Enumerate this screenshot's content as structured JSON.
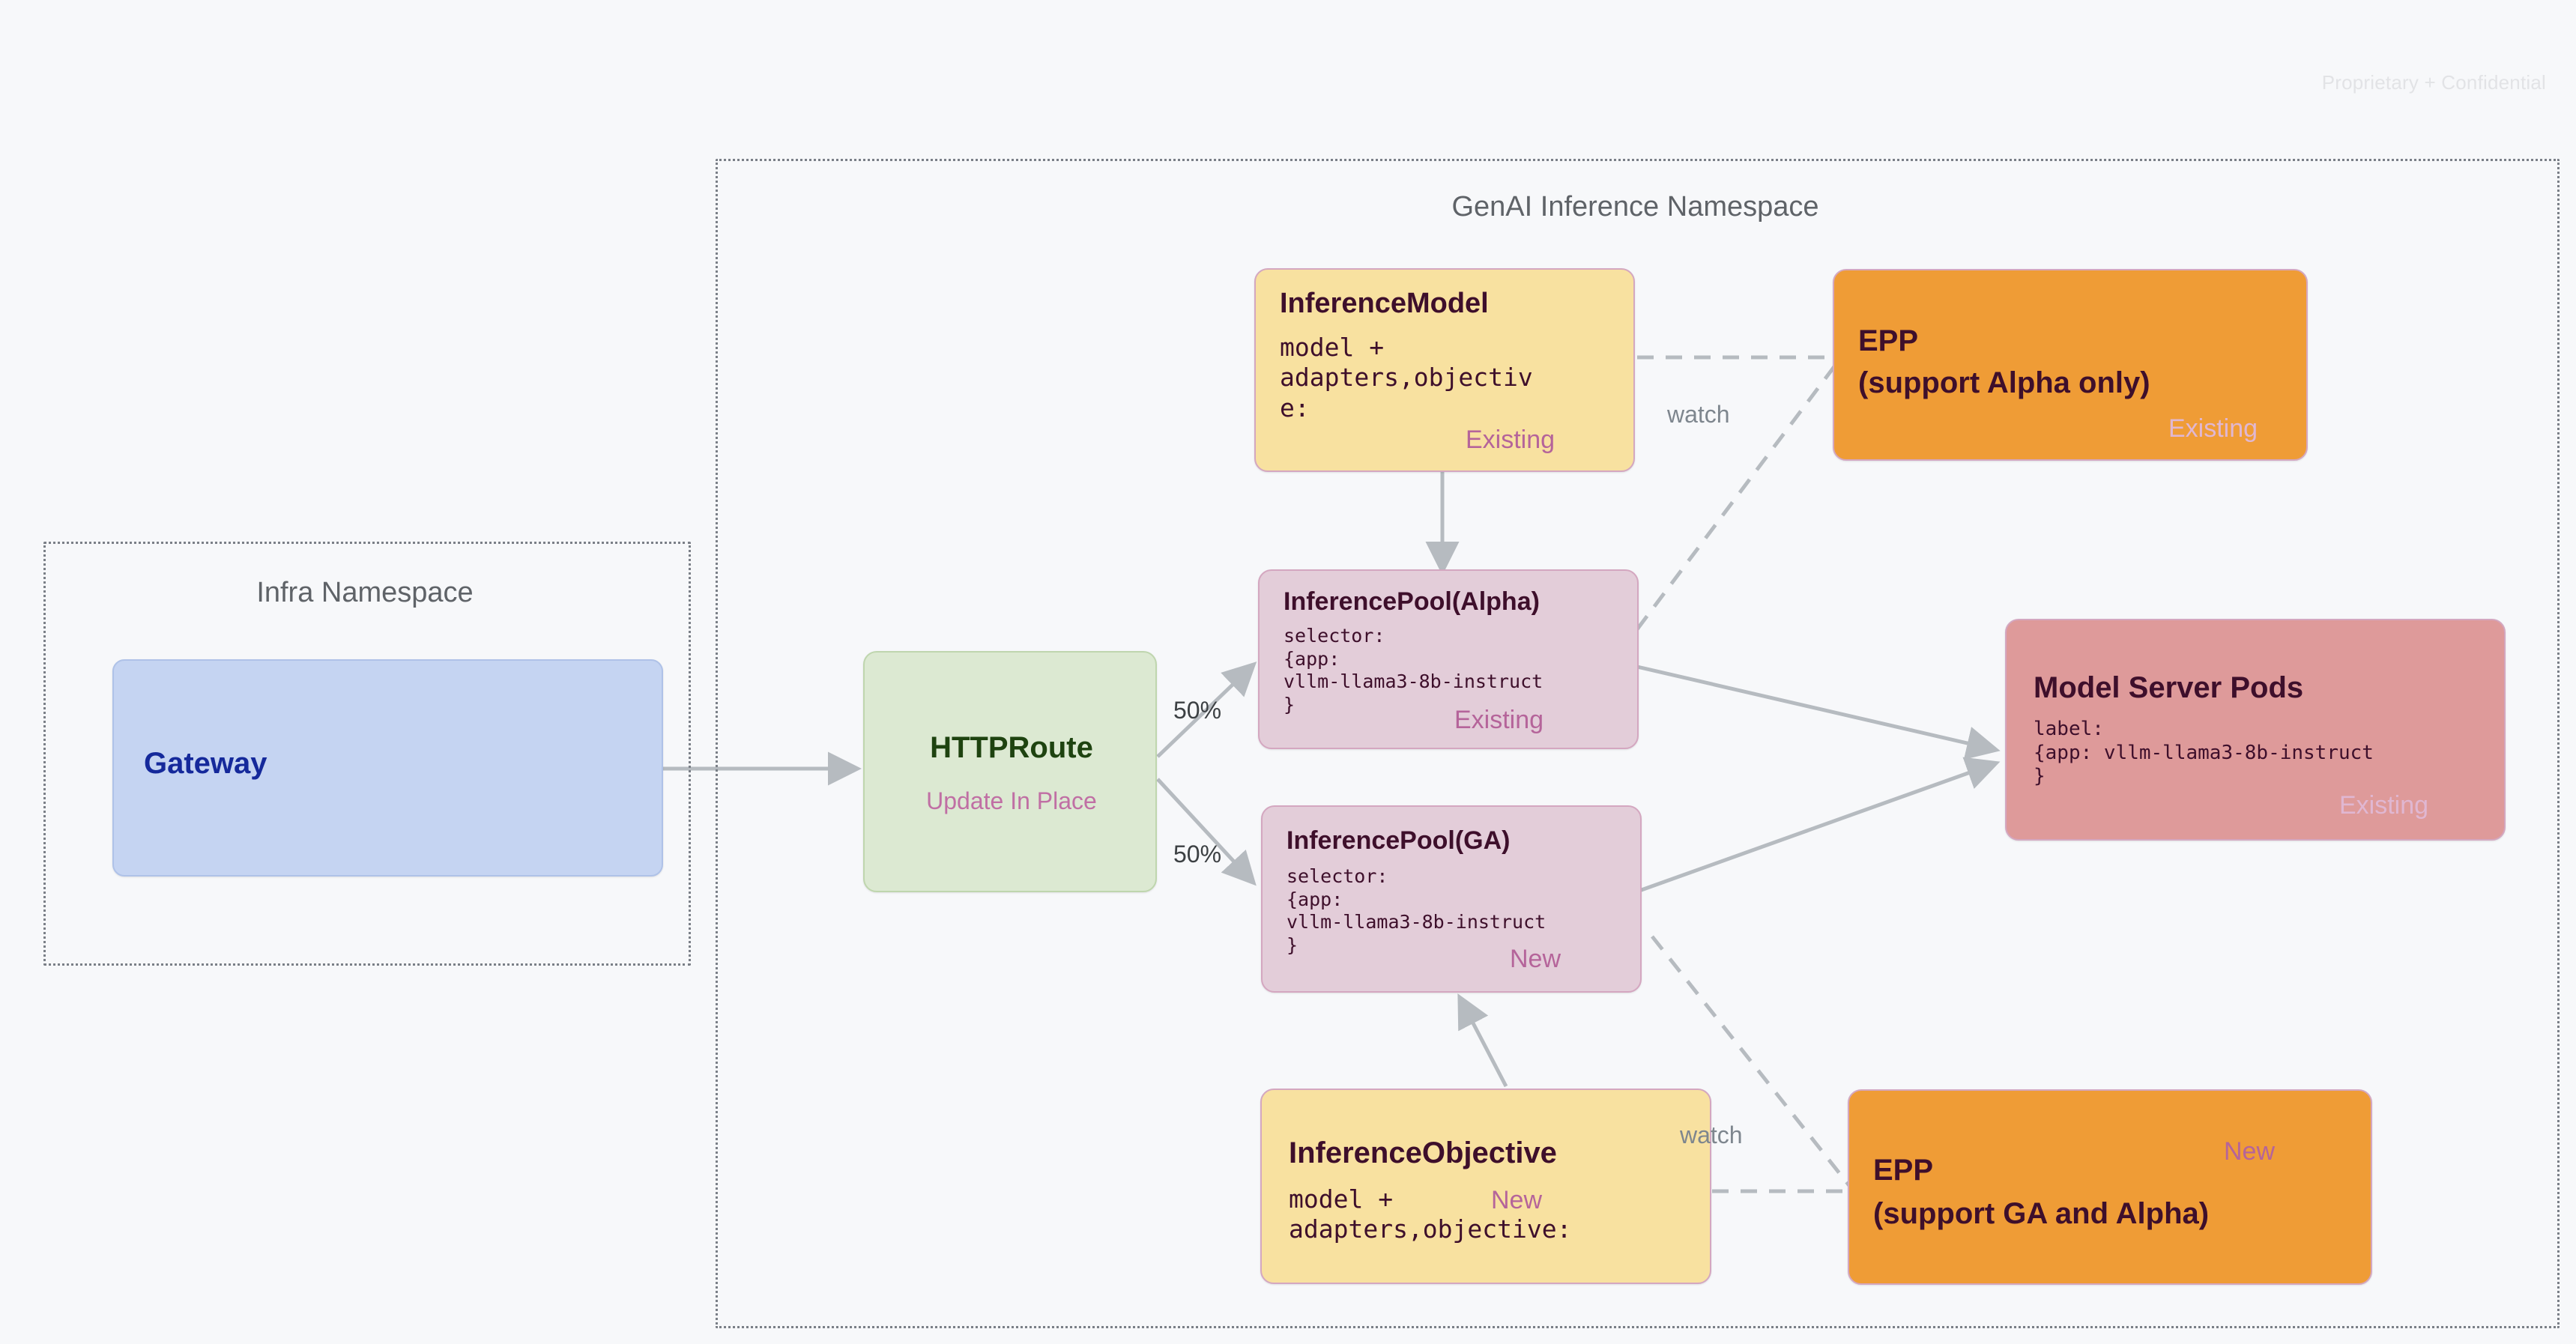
{
  "watermark": "Proprietary + Confidential",
  "namespaces": {
    "infra": {
      "title": "Infra Namespace"
    },
    "genai": {
      "title": "GenAI Inference Namespace"
    }
  },
  "nodes": {
    "gateway": {
      "title": "Gateway"
    },
    "httproute": {
      "title": "HTTPRoute",
      "status": "Update In Place"
    },
    "inference_model": {
      "title": "InferenceModel",
      "body": "model +\nadapters,objectiv\ne:",
      "status": "Existing"
    },
    "inference_pool_alpha": {
      "title": "InferencePool(Alpha)",
      "body": "selector:\n{app:\nvllm-llama3-8b-instruct\n}",
      "status": "Existing"
    },
    "inference_pool_ga": {
      "title": "InferencePool(GA)",
      "body": "selector:\n{app:\nvllm-llama3-8b-instruct\n}",
      "status": "New"
    },
    "inference_objective": {
      "title": "InferenceObjective",
      "body": "model +\nadapters,objective:",
      "status": "New"
    },
    "epp_alpha": {
      "title_line1": "EPP",
      "title_line2": "(support Alpha only)",
      "status": "Existing"
    },
    "epp_ga": {
      "title_line1": "EPP",
      "title_line2": "(support GA and Alpha)",
      "status": "New"
    },
    "model_server_pods": {
      "title": "Model Server Pods",
      "body": "label:\n{app: vllm-llama3-8b-instruct\n}",
      "status": "Existing"
    }
  },
  "edges": {
    "split_top": "50%",
    "split_bottom": "50%",
    "watch_top": "watch",
    "watch_bottom": "watch"
  },
  "colors": {
    "page_background": "#F7F8FA",
    "yellow_fill": "#F8E1A0",
    "pink_fill": "#E3CDD9",
    "orange_fill": "#EF9C36",
    "salmon_fill": "#DE9A9A",
    "green_fill": "#DCE9D2",
    "blue_fill": "#C5D4F2",
    "card_border": "#D4A7C0",
    "tag_accent": "#B5649A",
    "edge_stroke": "#B6BBC0",
    "namespace_border": "#7A7F87",
    "dark_text": "#3E0F2B"
  }
}
